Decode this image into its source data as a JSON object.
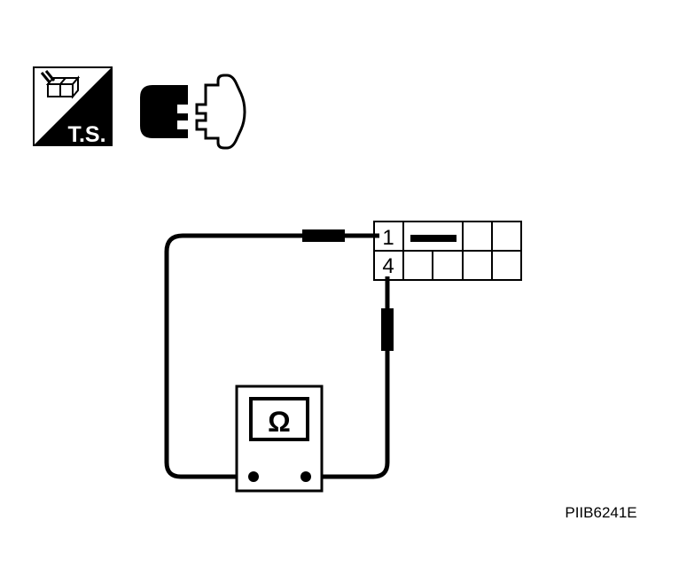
{
  "badge": {
    "text": "T.S.",
    "icon": "harness-connector-badge-icon"
  },
  "connector_icon": "connector-disconnected-icon",
  "connector": {
    "terminal_top": "1",
    "terminal_bottom": "4"
  },
  "meter": {
    "symbol": "Ω",
    "icon": "ohmmeter-icon"
  },
  "figure_code": "PIIB6241E",
  "colors": {
    "ink": "#000000",
    "paper": "#ffffff"
  }
}
